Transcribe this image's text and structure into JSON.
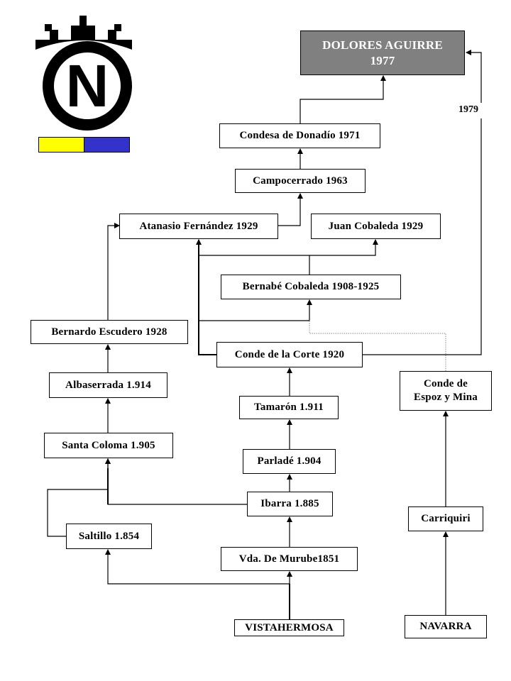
{
  "logo": {
    "letter": "N"
  },
  "colors": {
    "flag_left": "#FFFF00",
    "flag_right": "#3333CC",
    "root_fill": "#808080",
    "root_text": "#FFFFFF"
  },
  "nodes": {
    "dolores_aguirre": {
      "line1": "DOLORES AGUIRRE",
      "line2": "1977"
    },
    "condesa_donadio": "Condesa de Donadío 1971",
    "campocerrado": "Campocerrado 1963",
    "atanasio": "Atanasio Fernández 1929",
    "juan_cobaleda": "Juan Cobaleda 1929",
    "bernabe": "Bernabé Cobaleda 1908-1925",
    "bernardo": "Bernardo Escudero 1928",
    "conde_corte": "Conde de la Corte 1920",
    "albaserrada": "Albaserrada 1.914",
    "espoz_mina": {
      "line1": "Conde de",
      "line2": "Espoz y Mina"
    },
    "tamaron": "Tamarón 1.911",
    "santa_coloma": "Santa Coloma 1.905",
    "parlade": "Parladé 1.904",
    "ibarra": "Ibarra 1.885",
    "saltillo": "Saltillo 1.854",
    "carriquiri": "Carriquiri",
    "murube": "Vda. De Murube1851",
    "vistahermosa": "VISTAHERMOSA",
    "navarra": "NAVARRA"
  },
  "annotations": {
    "year_1979": "1979"
  }
}
